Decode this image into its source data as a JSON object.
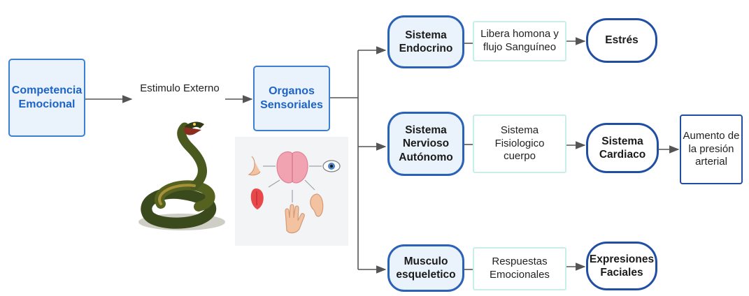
{
  "nodes": {
    "competencia": "Competencia\nEmocional",
    "estimulo": "Estimulo Externo",
    "organos": "Organos\nSensoriales",
    "endocrino": "Sistema\nEndocrino",
    "libera": "Libera homona y\nflujo Sanguíneo",
    "estres": "Estrés",
    "nervioso": "Sistema\nNervioso\nAutónomo",
    "fisiologico": "Sistema\nFisiologico\ncuerpo",
    "cardiaco": "Sistema\nCardiaco",
    "presion": "Aumento de\nla presión\narterial",
    "musculo": "Musculo\nesqueletico",
    "respuestas": "Respuestas\nEmocionales",
    "expresiones": "Expresiones\nFaciales"
  },
  "images": {
    "stimulus": "snake-illustration",
    "senses": "sensory-organs-illustration"
  },
  "colors": {
    "accent_blue": "#1d63c7",
    "border_dark": "#1f4ea3",
    "border_light": "#c8eee8",
    "arrow": "#555555"
  }
}
